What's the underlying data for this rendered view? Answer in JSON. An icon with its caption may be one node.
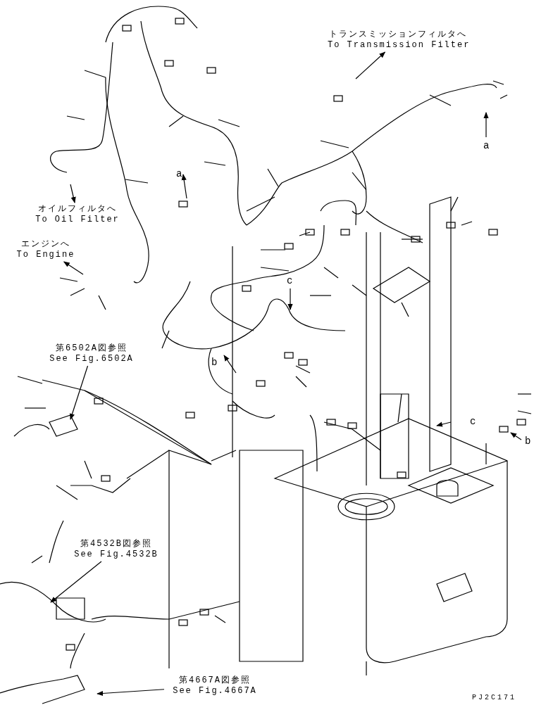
{
  "diagram": {
    "nodes": [
      {
        "text": [
          "トランスミッションフィルタへ",
          "To Transmission Filter"
        ]
      },
      {
        "text": [
          "オイルフィルタへ",
          "To Oil Filter"
        ]
      },
      {
        "text": [
          "エンジンへ",
          "To Engine"
        ]
      },
      {
        "text": [
          "第6502A図参照",
          "See Fig.6502A"
        ]
      },
      {
        "text": [
          "第4532B図参照",
          "See Fig.4532B"
        ]
      },
      {
        "text": [
          "第4667A図参照",
          "See Fig.4667A"
        ]
      }
    ],
    "edges": [
      {
        "from": null,
        "to": 0,
        "arrow": "to"
      },
      {
        "from": null,
        "to": 1,
        "arrow": "to"
      },
      {
        "from": null,
        "to": 2,
        "arrow": "to"
      },
      {
        "from": 3,
        "to": null,
        "arrow": "to"
      },
      {
        "from": 4,
        "to": null,
        "arrow": "to"
      },
      {
        "from": 5,
        "to": null,
        "arrow": "to"
      }
    ],
    "labels": [
      "a",
      "a",
      "c",
      "b",
      "c",
      "b",
      "PJ2C171"
    ]
  }
}
